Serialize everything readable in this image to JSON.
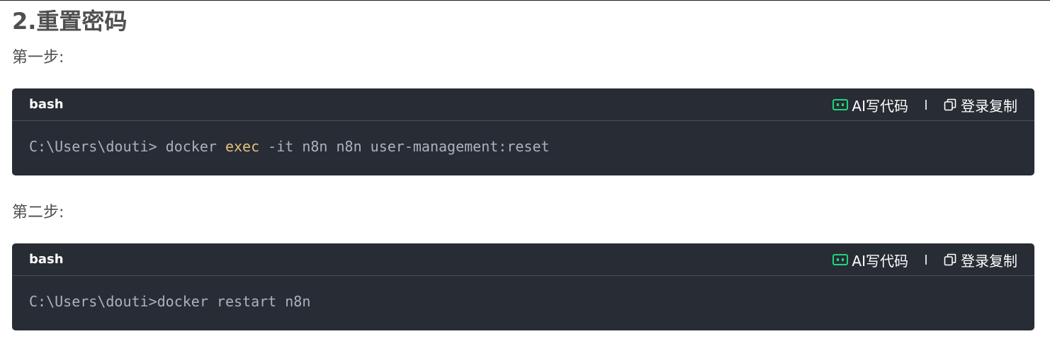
{
  "heading": "2.重置密码",
  "steps": [
    {
      "label": "第一步:",
      "code": {
        "language": "bash",
        "line_before": "C:\\Users\\douti> docker ",
        "keyword": "exec",
        "line_after": " -it n8n n8n user-management:reset"
      }
    },
    {
      "label": "第二步:",
      "code": {
        "language": "bash",
        "line": "C:\\Users\\douti>docker restart n8n"
      }
    }
  ],
  "toolbar": {
    "ai_label": "AI写代码",
    "copy_label": "登录复制",
    "ai_icon": "ai-robot-icon",
    "copy_icon": "copy-icon"
  },
  "colors": {
    "code_bg": "#282c34",
    "code_text": "#abb2bf",
    "keyword": "#e5c07b",
    "ai_icon": "#1dd67b"
  }
}
